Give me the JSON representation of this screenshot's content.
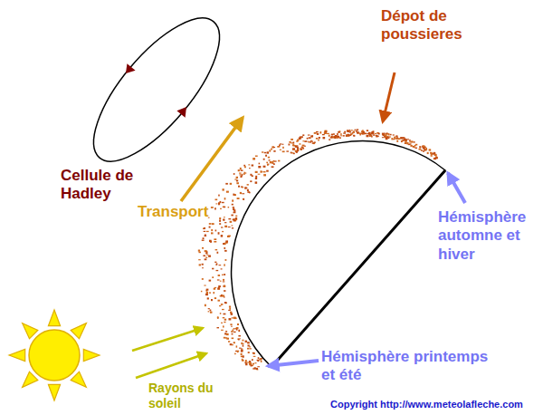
{
  "diagram": {
    "labels": [
      "Dépot de poussieres",
      "Cellule de Hadley",
      "Transport",
      "Hémisphère automne et hiver",
      "Hémisphère printemps et été",
      "Rayons du soleil",
      "Copyright http://www.meteolafleche.com"
    ]
  }
}
